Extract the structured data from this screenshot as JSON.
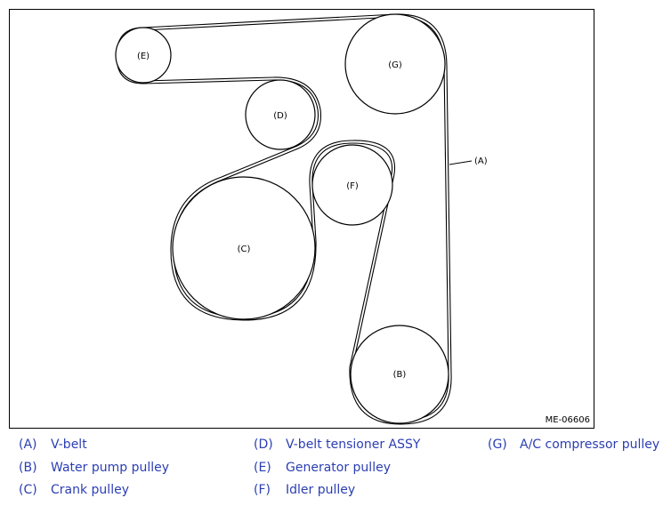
{
  "figure": {
    "id": "ME-06606",
    "callout_a": "(A)",
    "pulleys": [
      {
        "key": "E",
        "label": "(E)"
      },
      {
        "key": "G",
        "label": "(G)"
      },
      {
        "key": "D",
        "label": "(D)"
      },
      {
        "key": "F",
        "label": "(F)"
      },
      {
        "key": "C",
        "label": "(C)"
      },
      {
        "key": "B",
        "label": "(B)"
      }
    ]
  },
  "legend": [
    {
      "code": "(A)",
      "text": "V-belt"
    },
    {
      "code": "(B)",
      "text": "Water pump pulley"
    },
    {
      "code": "(C)",
      "text": "Crank pulley"
    },
    {
      "code": "(D)",
      "text": "V-belt tensioner ASSY"
    },
    {
      "code": "(E)",
      "text": "Generator pulley"
    },
    {
      "code": "(F)",
      "text": "Idler pulley"
    },
    {
      "code": "(G)",
      "text": "A/C compressor pulley"
    }
  ],
  "colors": {
    "legend_text": "#2b3eb3",
    "line": "#000000"
  }
}
